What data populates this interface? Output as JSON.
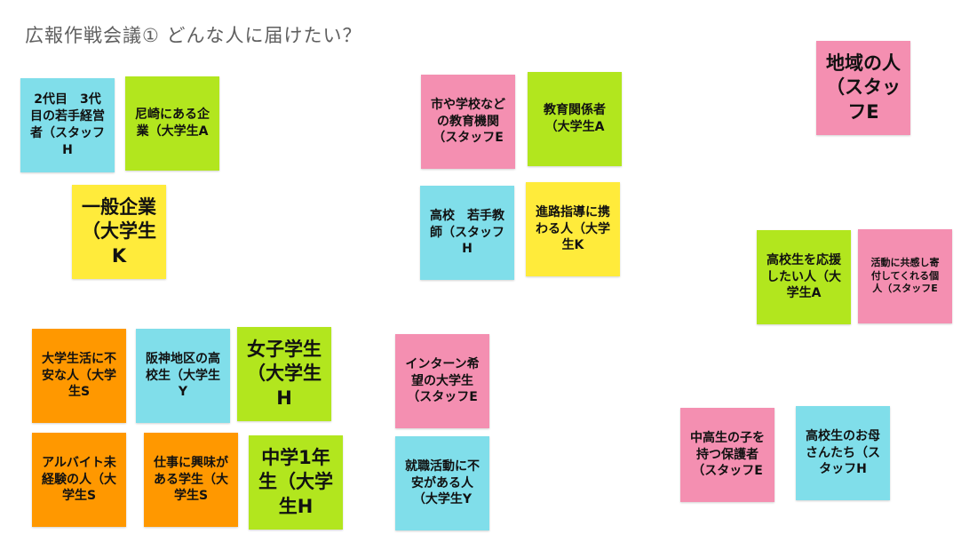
{
  "colors": {
    "blue": "#80deea",
    "green": "#b2e61e",
    "yellow": "#ffeb3b",
    "pink": "#f48fb1",
    "orange": "#ff9800"
  },
  "board": {
    "title": "広報作戦会議① どんな人に届けたい？"
  },
  "notes": [
    {
      "id": "n1",
      "text": "2代目　3代目の若手経営者（スタッフH",
      "color": "blue"
    },
    {
      "id": "n2",
      "text": "尼崎にある企業（大学生A",
      "color": "green"
    },
    {
      "id": "n3",
      "text": "一般企業（大学生K",
      "color": "yellow"
    },
    {
      "id": "n4",
      "text": "市や学校などの教育機関（スタッフE",
      "color": "pink"
    },
    {
      "id": "n5",
      "text": "教育関係者（大学生A",
      "color": "green"
    },
    {
      "id": "n6",
      "text": "高校　若手教師（スタッフH",
      "color": "blue"
    },
    {
      "id": "n7",
      "text": "進路指導に携わる人（大学生K",
      "color": "yellow"
    },
    {
      "id": "n8",
      "text": "地域の人（スタッフE",
      "color": "pink"
    },
    {
      "id": "n9",
      "text": "高校生を応援したい人（大学生A",
      "color": "green"
    },
    {
      "id": "n10",
      "text": "活動に共感し寄付してくれる個人（スタッフE",
      "color": "pink"
    },
    {
      "id": "n11",
      "text": "大学生活に不安な人（大学生S",
      "color": "orange"
    },
    {
      "id": "n12",
      "text": "阪神地区の高校生（大学生Y",
      "color": "blue"
    },
    {
      "id": "n13",
      "text": "女子学生（大学生H",
      "color": "green"
    },
    {
      "id": "n14",
      "text": "インターン希望の大学生（スタッフE",
      "color": "pink"
    },
    {
      "id": "n15",
      "text": "アルバイト未経験の人（大学生S",
      "color": "orange"
    },
    {
      "id": "n16",
      "text": "仕事に興味がある学生（大学生S",
      "color": "orange"
    },
    {
      "id": "n17",
      "text": "中学1年生（大学生H",
      "color": "green"
    },
    {
      "id": "n18",
      "text": "就職活動に不安がある人（大学生Y",
      "color": "blue"
    },
    {
      "id": "n19",
      "text": "中高生の子を持つ保護者（スタッフE",
      "color": "pink"
    },
    {
      "id": "n20",
      "text": "高校生のお母さんたち（スタッフH",
      "color": "blue"
    }
  ]
}
